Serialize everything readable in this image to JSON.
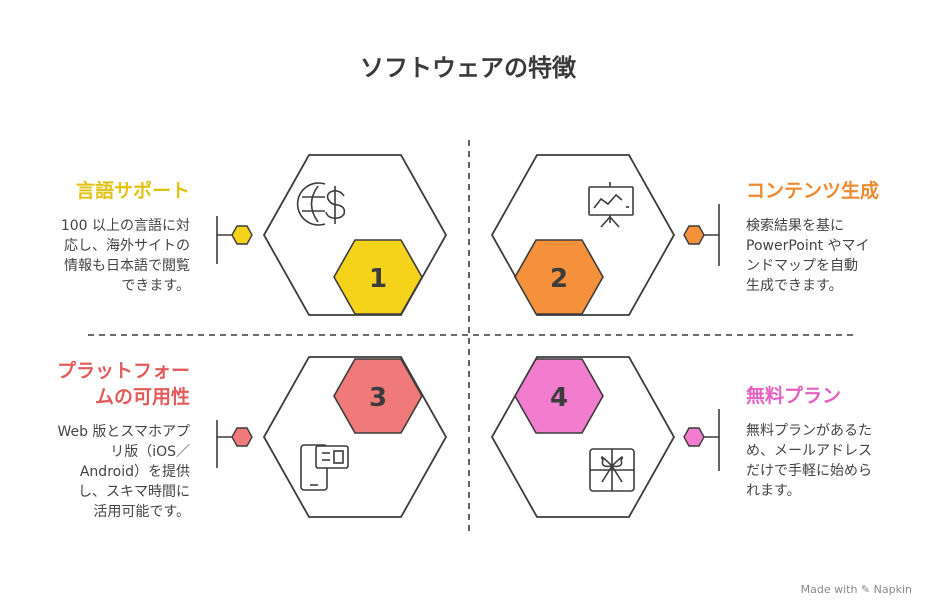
{
  "title": "ソフトウェアの特徴",
  "colors": {
    "yellow": "#f4d31a",
    "orange": "#f5913a",
    "red": "#f07a7a",
    "pink": "#f27ccd",
    "outline": "#3c3c3c"
  },
  "features": [
    {
      "number": "1",
      "heading_lines": [
        "言語サポート"
      ],
      "desc_lines": [
        "100 以上の言語に対",
        "応し、海外サイトの",
        "情報も日本語で閲覧",
        "できます。"
      ],
      "icon": "globe-currency-icon",
      "color": "#f4d31a"
    },
    {
      "number": "2",
      "heading_lines": [
        "コンテンツ生成"
      ],
      "desc_lines": [
        "検索結果を基に",
        "PowerPoint やマイ",
        "ンドマップを自動",
        "生成できます。"
      ],
      "icon": "presentation-chart-icon",
      "color": "#f5913a"
    },
    {
      "number": "3",
      "heading_lines": [
        "プラットフォー",
        "ムの可用性"
      ],
      "desc_lines": [
        "Web 版とスマホアプ",
        "リ版（iOS／",
        "Android）を提供",
        "し、スキマ時間に",
        "活用可能です。"
      ],
      "icon": "devices-icon",
      "color": "#f07a7a"
    },
    {
      "number": "4",
      "heading_lines": [
        "無料プラン"
      ],
      "desc_lines": [
        "無料プランがあるた",
        "め、メールアドレス",
        "だけで手軽に始めら",
        "れます。"
      ],
      "icon": "gift-icon",
      "color": "#f27ccd"
    }
  ],
  "footer": "Made with ✎ Napkin"
}
